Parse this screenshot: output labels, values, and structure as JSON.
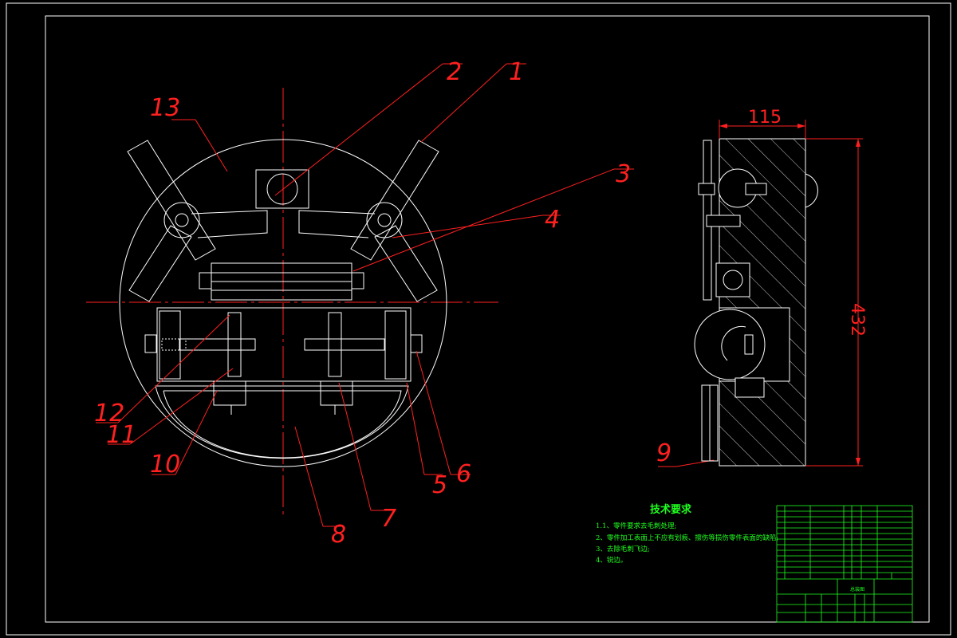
{
  "drawing": {
    "callouts": [
      "1",
      "2",
      "3",
      "4",
      "5",
      "6",
      "7",
      "8",
      "9",
      "10",
      "11",
      "12",
      "13"
    ],
    "dimensions": {
      "width": "115",
      "height": "432"
    }
  },
  "tech_requirements": {
    "title": "技术要求",
    "lines": [
      "1.1、零件要求去毛刺处理;",
      "2、零件加工表面上不应有划痕、擦伤等损伤零件表面的缺陷;",
      "3、去除毛刺飞边;",
      "4、锐边。"
    ]
  },
  "title_block": {
    "drawing_label": "总装图"
  },
  "colors": {
    "background": "#000000",
    "outline": "#ffffff",
    "annotation": "#ff2020",
    "text": "#20ff20"
  }
}
